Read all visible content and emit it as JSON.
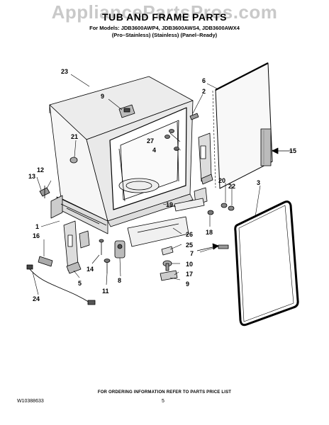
{
  "watermark": "AppliancePartsPros.com",
  "header": {
    "title": "TUB AND FRAME PARTS",
    "models": "For Models: JDB3600AWP4, JDB3600AWS4, JDB3600AWX4",
    "variants": "(Pro–Stainless)     (Stainless)     (Panel–Ready)"
  },
  "callouts": {
    "c1": "1",
    "c2": "2",
    "c3": "3",
    "c4": "4",
    "c5": "5",
    "c6": "6",
    "c7": "7",
    "c8": "8",
    "c9": "9",
    "c10": "10",
    "c11": "11",
    "c12": "12",
    "c13": "13",
    "c14": "14",
    "c15": "15",
    "c16": "16",
    "c17": "17",
    "c18": "18",
    "c19": "19",
    "c20": "20",
    "c21": "21",
    "c22": "22",
    "c23": "23",
    "c24": "24",
    "c25": "25",
    "c26": "26",
    "c27": "27"
  },
  "footer": {
    "note": "FOR ORDERING INFORMATION REFER TO PARTS PRICE LIST",
    "doc_number": "W10388633",
    "page": "5"
  }
}
